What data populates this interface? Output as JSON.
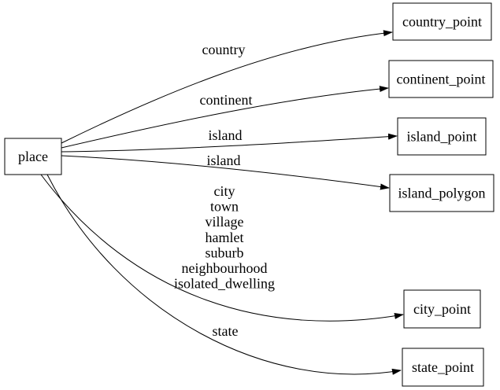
{
  "diagram": {
    "type": "directed-graph",
    "background_color": "#ffffff",
    "node_fill_color": "#ffffff",
    "node_border_color": "#000000",
    "edge_color": "#000000",
    "text_color": "#000000",
    "nodes": [
      {
        "id": "place",
        "label": "place"
      },
      {
        "id": "country_point",
        "label": "country_point"
      },
      {
        "id": "continent_point",
        "label": "continent_point"
      },
      {
        "id": "island_point",
        "label": "island_point"
      },
      {
        "id": "island_polygon",
        "label": "island_polygon"
      },
      {
        "id": "city_point",
        "label": "city_point"
      },
      {
        "id": "state_point",
        "label": "state_point"
      }
    ],
    "edges": [
      {
        "from": "place",
        "to": "country_point",
        "label": "country"
      },
      {
        "from": "place",
        "to": "continent_point",
        "label": "continent"
      },
      {
        "from": "place",
        "to": "island_point",
        "label": "island"
      },
      {
        "from": "place",
        "to": "island_polygon",
        "label": "island"
      },
      {
        "from": "place",
        "to": "city_point",
        "label_lines": [
          "city",
          "town",
          "village",
          "hamlet",
          "suburb",
          "neighbourhood",
          "isolated_dwelling"
        ]
      },
      {
        "from": "place",
        "to": "state_point",
        "label": "state"
      }
    ]
  }
}
